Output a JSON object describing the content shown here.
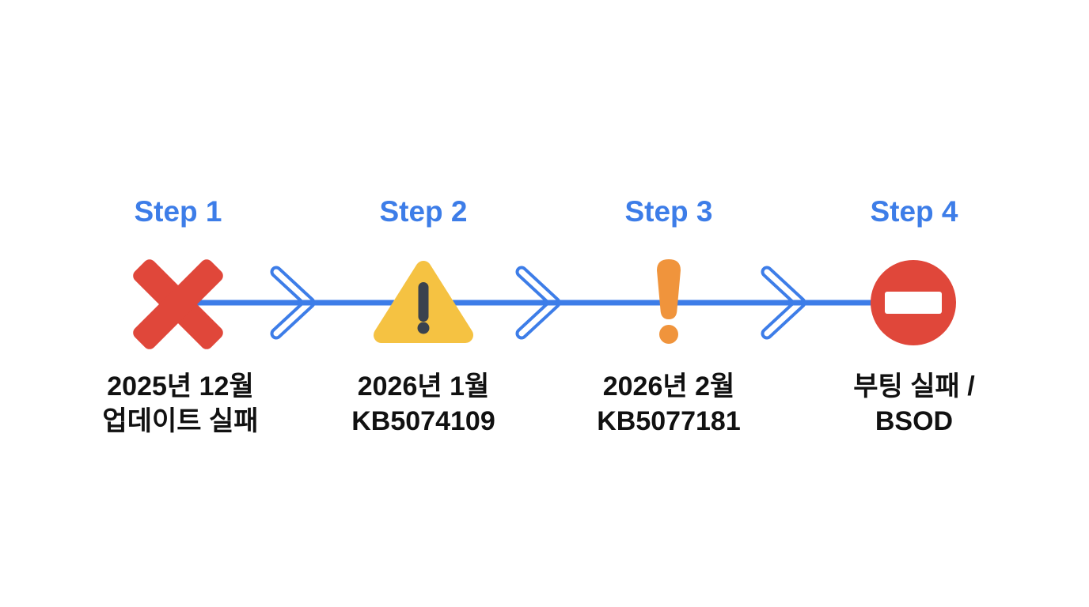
{
  "diagram": {
    "type": "timeline",
    "background": "#ffffff",
    "steps": [
      {
        "title": "Step 1",
        "icon": "error-x",
        "caption": [
          "2025년 12월",
          "업데이트 실패"
        ]
      },
      {
        "title": "Step 2",
        "icon": "warning-triangle",
        "caption": [
          "2026년 1월",
          "KB5074109"
        ]
      },
      {
        "title": "Step 3",
        "icon": "alert-exclamation",
        "caption": [
          "2026년 2월",
          "KB5077181"
        ]
      },
      {
        "title": "Step 4",
        "icon": "no-entry",
        "caption": [
          "부팅 실패 /",
          "BSOD"
        ]
      }
    ],
    "colors": {
      "accent_blue": "#3d7de8",
      "error_red": "#e0473a",
      "warning_yellow": "#f5c242",
      "warning_dark": "#3a424e",
      "alert_orange": "#f0943c",
      "text_black": "#111111"
    }
  }
}
